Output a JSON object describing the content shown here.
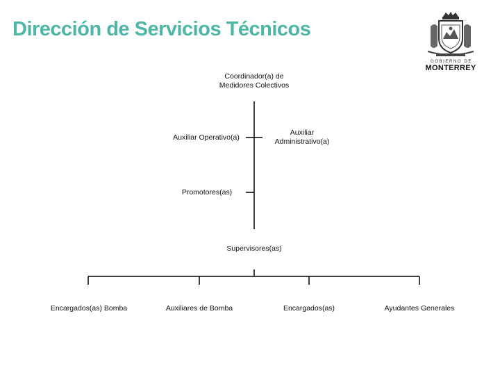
{
  "header": {
    "title": "Dirección de Servicios Técnicos"
  },
  "logo": {
    "top_text": "GOBIERNO DE",
    "main_text": "MONTERREY"
  },
  "org_chart": {
    "head": {
      "line1": "Coordinador(a) de",
      "line2": "Medidores Colectivos"
    },
    "assistants": {
      "left": "Auxiliar Operativo(a)",
      "right_line1": "Auxiliar",
      "right_line2": "Administrativo(a)"
    },
    "promotores": "Promotores(as)",
    "supervisores": "Supervisores(as)",
    "bottom_units": [
      "Encargados(as) Bomba",
      "Auxiliares de Bomba",
      "Encargados(as)",
      "Ayudantes Generales"
    ]
  },
  "colors": {
    "title": "#4db6a6",
    "lines": "#000000"
  }
}
